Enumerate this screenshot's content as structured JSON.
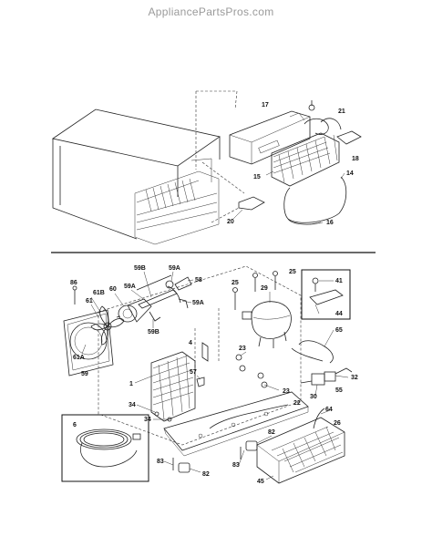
{
  "header": {
    "site": "AppliancePartsPros.com"
  },
  "parts": {
    "p17": "17",
    "p21": "21",
    "p18": "18",
    "p14": "14",
    "p15": "15",
    "p20": "20",
    "p16": "16",
    "p86": "86",
    "p61B": "61B",
    "p60": "60",
    "p59B_top": "59B",
    "p59A_top": "59A",
    "p58": "58",
    "p59A_mid": "59A",
    "p59A_right": "59A",
    "p61": "61",
    "p59B_low": "59B",
    "p61A": "61A",
    "p59": "59",
    "p25a": "25",
    "p25b": "25",
    "p29": "29",
    "p41": "41",
    "p44": "44",
    "p65": "65",
    "p4": "4",
    "p23a": "23",
    "p23b": "23",
    "p57": "57",
    "p1": "1",
    "p34a": "34",
    "p34b": "34",
    "p22": "22",
    "p32": "32",
    "p55": "55",
    "p30": "30",
    "p6": "6",
    "p64": "64",
    "p26": "26",
    "p82a": "82",
    "p82b": "82",
    "p83a": "83",
    "p83b": "83",
    "p45": "45"
  }
}
